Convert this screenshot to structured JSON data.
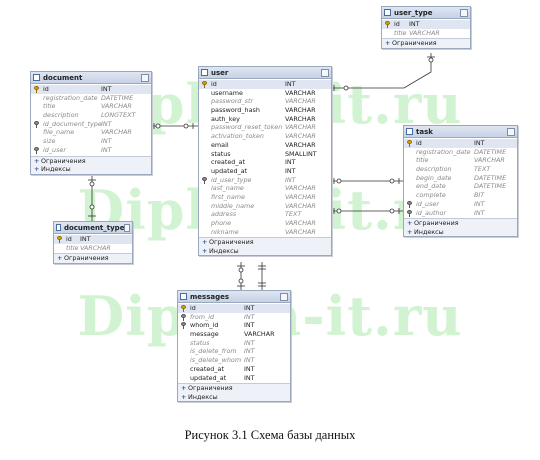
{
  "watermark": "Diplom-it.ru",
  "caption": "Рисунок 3.1   Схема базы данных",
  "section_labels": {
    "constraints": "Ограничения",
    "indexes": "Индексы"
  },
  "tables": {
    "user_type": {
      "title": "user_type",
      "columns": [
        {
          "name": "id",
          "type": "INT",
          "key": "pk"
        },
        {
          "name": "title",
          "type": "VARCHAR",
          "optional": true
        }
      ],
      "footer": [
        "constraints"
      ]
    },
    "document": {
      "title": "document",
      "columns": [
        {
          "name": "id",
          "type": "INT",
          "key": "pk"
        },
        {
          "name": "registration_date",
          "type": "DATETIME",
          "optional": true
        },
        {
          "name": "title",
          "type": "VARCHAR",
          "optional": true
        },
        {
          "name": "description",
          "type": "LONGTEXT",
          "optional": true
        },
        {
          "name": "id_document_type",
          "type": "INT",
          "optional": true,
          "key": "fk"
        },
        {
          "name": "file_name",
          "type": "VARCHAR",
          "optional": true
        },
        {
          "name": "size",
          "type": "INT",
          "optional": true
        },
        {
          "name": "id_user",
          "type": "INT",
          "optional": true,
          "key": "fk"
        }
      ],
      "footer": [
        "constraints",
        "indexes"
      ]
    },
    "user": {
      "title": "user",
      "columns": [
        {
          "name": "id",
          "type": "INT",
          "key": "pk"
        },
        {
          "name": "username",
          "type": "VARCHAR"
        },
        {
          "name": "password_str",
          "type": "VARCHAR",
          "optional": true
        },
        {
          "name": "password_hash",
          "type": "VARCHAR"
        },
        {
          "name": "auth_key",
          "type": "VARCHAR"
        },
        {
          "name": "password_reset_token",
          "type": "VARCHAR",
          "optional": true
        },
        {
          "name": "activation_token",
          "type": "VARCHAR",
          "optional": true
        },
        {
          "name": "email",
          "type": "VARCHAR"
        },
        {
          "name": "status",
          "type": "SMALLINT"
        },
        {
          "name": "created_at",
          "type": "INT"
        },
        {
          "name": "updated_at",
          "type": "INT"
        },
        {
          "name": "id_user_type",
          "type": "INT",
          "optional": true,
          "key": "fk"
        },
        {
          "name": "last_name",
          "type": "VARCHAR",
          "optional": true
        },
        {
          "name": "first_name",
          "type": "VARCHAR",
          "optional": true
        },
        {
          "name": "middle_name",
          "type": "VARCHAR",
          "optional": true
        },
        {
          "name": "address",
          "type": "TEXT",
          "optional": true
        },
        {
          "name": "phone",
          "type": "VARCHAR",
          "optional": true
        },
        {
          "name": "nikname",
          "type": "VARCHAR",
          "optional": true
        }
      ],
      "footer": [
        "constraints",
        "indexes"
      ]
    },
    "task": {
      "title": "task",
      "columns": [
        {
          "name": "id",
          "type": "INT",
          "key": "pk"
        },
        {
          "name": "registration_date",
          "type": "DATETIME",
          "optional": true
        },
        {
          "name": "title",
          "type": "VARCHAR",
          "optional": true
        },
        {
          "name": "description",
          "type": "TEXT",
          "optional": true
        },
        {
          "name": "begin_date",
          "type": "DATETIME",
          "optional": true
        },
        {
          "name": "end_date",
          "type": "DATETIME",
          "optional": true
        },
        {
          "name": "complete",
          "type": "BIT",
          "optional": true
        },
        {
          "name": "id_user",
          "type": "INT",
          "optional": true,
          "key": "fk"
        },
        {
          "name": "id_author",
          "type": "INT",
          "optional": true,
          "key": "fk"
        }
      ],
      "footer": [
        "constraints",
        "indexes"
      ]
    },
    "document_type": {
      "title": "document_type",
      "columns": [
        {
          "name": "id",
          "type": "INT",
          "key": "pk"
        },
        {
          "name": "title",
          "type": "VARCHAR",
          "optional": true
        }
      ],
      "footer": [
        "constraints"
      ]
    },
    "messages": {
      "title": "messages",
      "columns": [
        {
          "name": "id",
          "type": "INT",
          "key": "pk"
        },
        {
          "name": "from_id",
          "type": "INT",
          "optional": true,
          "key": "fk"
        },
        {
          "name": "whom_id",
          "type": "INT",
          "key": "fk"
        },
        {
          "name": "message",
          "type": "VARCHAR"
        },
        {
          "name": "status",
          "type": "INT",
          "optional": true
        },
        {
          "name": "is_delete_from",
          "type": "INT",
          "optional": true
        },
        {
          "name": "is_delete_whom",
          "type": "INT",
          "optional": true
        },
        {
          "name": "created_at",
          "type": "INT"
        },
        {
          "name": "updated_at",
          "type": "INT"
        }
      ],
      "footer": [
        "constraints",
        "indexes"
      ]
    }
  }
}
